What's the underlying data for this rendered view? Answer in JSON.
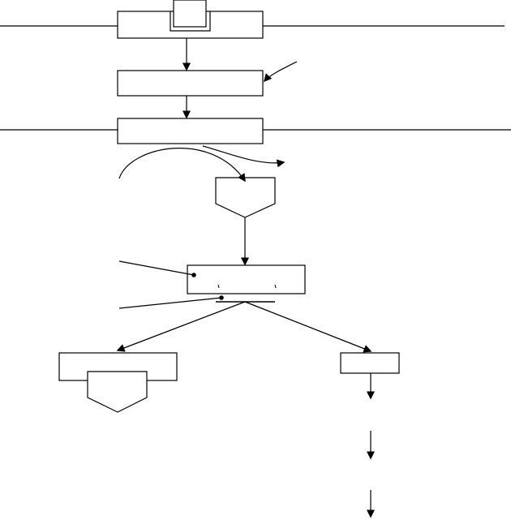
{
  "diagram": {
    "kind": "flowchart",
    "text_labels": [],
    "colors": {
      "background": "#ffffff",
      "stroke": "#000000"
    },
    "nodes": [
      {
        "id": "top-box",
        "shape": "rectangle-with-top-notch"
      },
      {
        "id": "second-box",
        "shape": "rectangle"
      },
      {
        "id": "third-box",
        "shape": "rectangle"
      },
      {
        "id": "pentagon-node",
        "shape": "pentagon-down"
      },
      {
        "id": "center-box",
        "shape": "rectangle"
      },
      {
        "id": "left-box",
        "shape": "rectangle-with-pentagon-below"
      },
      {
        "id": "right-box",
        "shape": "rectangle"
      }
    ],
    "edges": [
      {
        "from": "top-box",
        "to": "second-box",
        "style": "arrow"
      },
      {
        "from": "second-box",
        "to": "third-box",
        "style": "arrow"
      },
      {
        "from": "third-box",
        "to": "pentagon-node",
        "style": "curved-arrow"
      },
      {
        "from": "pentagon-node",
        "to": "center-box",
        "style": "arrow"
      },
      {
        "from": "center-box",
        "to": "left-box",
        "style": "arrow"
      },
      {
        "from": "center-box",
        "to": "right-box",
        "style": "arrow"
      },
      {
        "from": "right-box",
        "to": "downstream-1",
        "style": "arrow"
      },
      {
        "from": "downstream-1",
        "to": "downstream-2",
        "style": "arrow"
      },
      {
        "from": "downstream-2",
        "to": "downstream-3",
        "style": "arrow"
      }
    ]
  }
}
